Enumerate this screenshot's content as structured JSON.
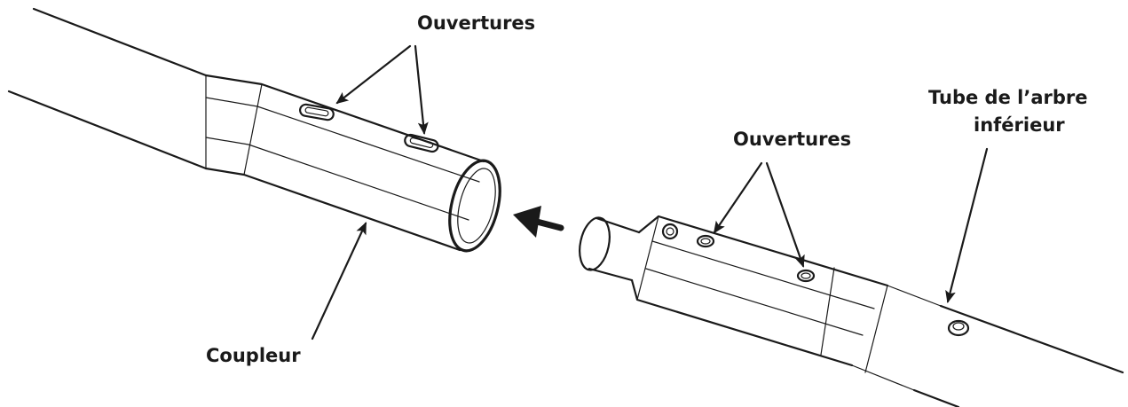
{
  "labels": {
    "openings_left": "Ouvertures",
    "openings_right": "Ouvertures",
    "lower_shaft_tube_line1": "Tube de l’arbre",
    "lower_shaft_tube_line2": "inférieur",
    "coupler": "Coupleur"
  },
  "colors": {
    "ink": "#1a1a1a",
    "background": "#ffffff"
  }
}
